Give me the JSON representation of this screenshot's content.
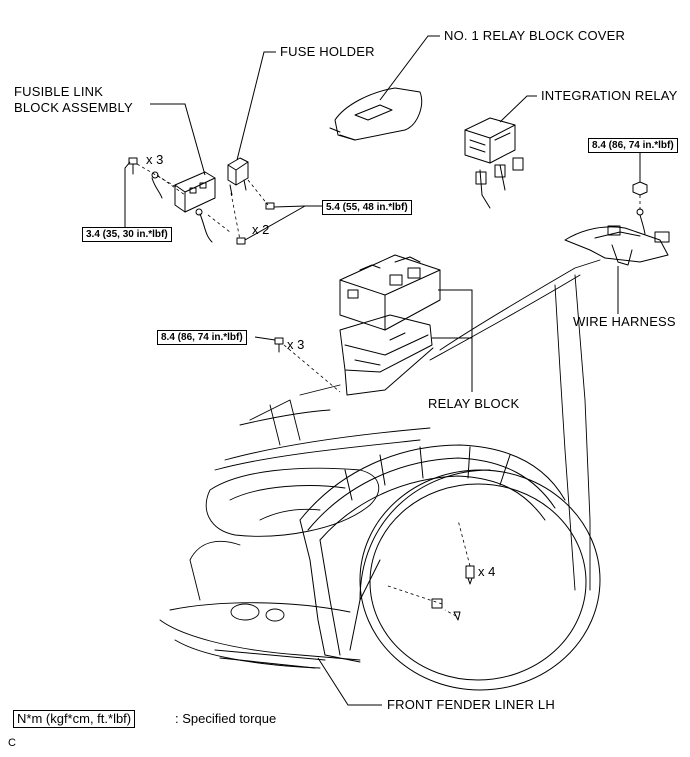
{
  "labels": {
    "fusible_link_line1": "FUSIBLE LINK",
    "fusible_link_line2": "BLOCK ASSEMBLY",
    "fuse_holder": "FUSE HOLDER",
    "relay_block_cover": "NO. 1 RELAY BLOCK COVER",
    "integration_relay": "INTEGRATION RELAY",
    "wire_harness": "WIRE HARNESS",
    "relay_block": "RELAY BLOCK",
    "front_fender_liner": "FRONT FENDER LINER LH"
  },
  "torque_specs": {
    "fusible_link_bolts": "3.4 (35, 30 in.*lbf)",
    "fuse_holder_bolts": "5.4 (55, 48 in.*lbf)",
    "wire_harness_nut": "8.4 (86, 74 in.*lbf)",
    "relay_block_bolts": "8.4 (86, 74 in.*lbf)"
  },
  "quantities": {
    "fusible_link_bolts": "x 3",
    "fuse_holder_bolts": "x 2",
    "relay_block_bolts": "x 3",
    "fender_clips": "x 4"
  },
  "legend": {
    "unit_box": "N*m (kgf*cm, ft.*lbf)",
    "description": ": Specified torque"
  },
  "figure_code": "C"
}
